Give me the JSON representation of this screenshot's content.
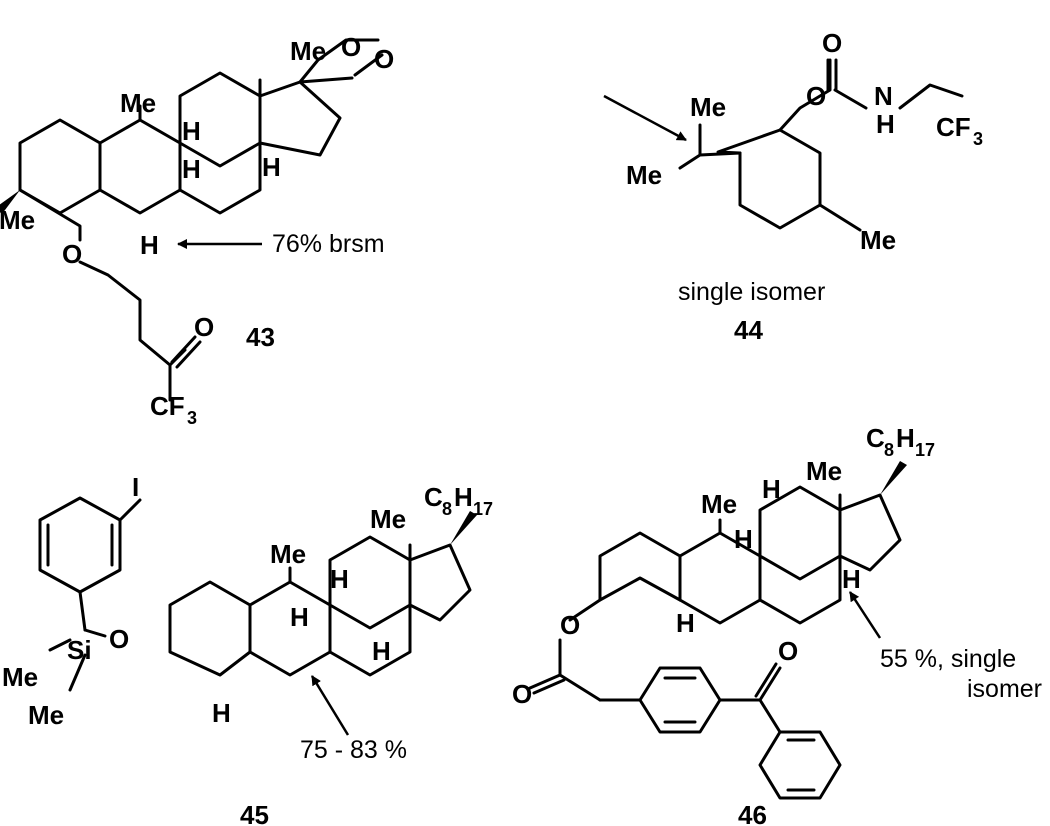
{
  "labels": {
    "me": "Me",
    "h": "H",
    "o": "O",
    "n": "N",
    "cf3": "CF",
    "three": "3",
    "c8": "C",
    "eight": "8",
    "h17": "H",
    "seventeen": "17",
    "iodo": "I",
    "si": "Si"
  },
  "annotations": {
    "c43": "76% brsm",
    "c44": "single isomer",
    "c45": "75 - 83 %",
    "c46_line1": "55 %, single",
    "c46_line2": "isomer"
  },
  "compounds": {
    "n43": "43",
    "n44": "44",
    "n45": "45",
    "n46": "46"
  }
}
